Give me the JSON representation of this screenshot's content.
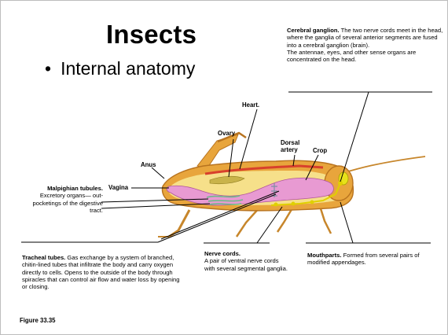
{
  "slide": {
    "title": "Insects",
    "bullet_symbol": "•",
    "bullet": "Internal anatomy",
    "figure_label": "Figure 33.35"
  },
  "callouts": {
    "cerebral_ganglion": {
      "heading": "Cerebral ganglion.",
      "text1": "The two nerve cords meet in the head, where the ganglia of several anterior segments are fused into a cerebral ganglion (brain).",
      "text2": "The antennae, eyes, and other sense organs are concentrated on the head."
    },
    "malpighian_tubules": {
      "heading": "Malpighian tubules.",
      "text": "Excretory organs— out-pocketings of the digestive tract."
    },
    "tracheal_tubes": {
      "heading": "Tracheal tubes.",
      "text": "Gas exchange by a system of branched, chitin-lined tubes that infiltrate the body and carry oxygen directly to cells. Opens to the outside of the body through spiracles that can control air  flow and water loss by opening or closing."
    },
    "nerve_cords": {
      "heading": "Nerve cords.",
      "text": "A pair of ventral nerve cords with several segmental ganglia."
    },
    "mouthparts": {
      "heading": "Mouthparts.",
      "text": "Formed from several pairs of modified appendages."
    }
  },
  "labels": {
    "heart": "Heart.",
    "ovary": "Ovary",
    "dorsal_artery_1": "Dorsal",
    "dorsal_artery_2": "artery",
    "crop": "Crop",
    "anus": "Anus",
    "vagina": "Vagina"
  },
  "colors": {
    "exoskeleton": "#e8a53c",
    "exoskeleton_dark": "#b8731f",
    "body_cavity": "#f6e08a",
    "digestive": "#e89ad2",
    "heart": "#d8402c",
    "ovary": "#c9b34a",
    "nerve": "#e0d000",
    "malpighian": "#6dbb8a",
    "eye": "#e7e21a"
  }
}
